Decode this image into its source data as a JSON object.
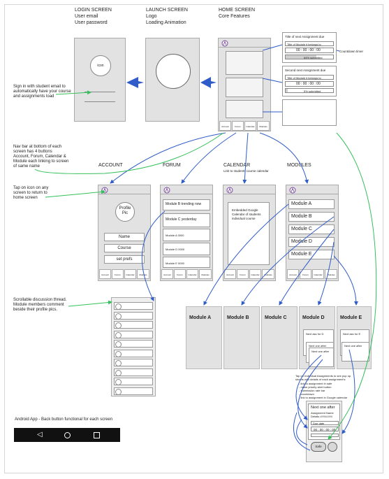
{
  "headers": {
    "login": {
      "title": "LOGIN SCREEN",
      "line1": "User email",
      "line2": "User password"
    },
    "launch": {
      "title": "LAUNCH SCREEN",
      "line1": "Logo",
      "line2": "Loading Animation"
    },
    "home": {
      "title": "HOME SCREEN",
      "line1": "Core Features"
    }
  },
  "login_icon": "icon",
  "notes": {
    "signin1": "Sign in with student email to",
    "signin2": "automatically have your course",
    "signin3": "and assignments load",
    "nav1": "Nav bar at bottom of each",
    "nav2": "screen has 4 buttons",
    "nav3": "Account, Forum, Calendar &",
    "nav4": "Module each linking to screen",
    "nav5": "of same name",
    "tap1": "Tap on icon on any",
    "tap2": "screen to return to",
    "tap3": "home screen",
    "scroll1": "Scrollable discussion thread.",
    "scroll2": "Module members comment",
    "scroll3": "beside their profile pics.",
    "android": "Android App - Back button functional for each screen",
    "popup1": "Tap on Individual Assignments to see pop up",
    "popup2": "sheets with details of each assignment's:",
    "popup3": "- link to assignment in safe",
    "popup4": "- make priority alert button",
    "popup5": "- submission rate bar",
    "popup6": "- countdown",
    "popup7": "- link to assignment in Google calendar"
  },
  "home": {
    "card1_title": "Title of next Assignment due",
    "card1_module": "Title of Module it belongs to",
    "card1_timer": "00 : 00 : 00 : 00",
    "card1_pct": "64% submitted",
    "card1_fill": 0.64,
    "countdown_label": "Countdown timer",
    "card2_title": "Second next Assignment due",
    "card2_module": "Title of Module it belongs to",
    "card2_timer": "00 : 00 : 00 : 00",
    "card2_pct": "5% submitted",
    "card2_fill": 0.05
  },
  "sections": {
    "account": "ACCOUNT",
    "forum": "FORUM",
    "calendar": "CALENDAR",
    "calendar_sub": "Link to students course calendar",
    "modules": "MODULES"
  },
  "account": {
    "profile1": "Profile",
    "profile2": "Pic",
    "name": "Name",
    "course": "Course",
    "prefs": "set prefs"
  },
  "forum": {
    "post1": "Module B trending now",
    "post2": "Module C yesterday",
    "post3": "Module A 0000",
    "post4": "Module D 0000",
    "post5": "Module E 0000"
  },
  "calendar": {
    "embed1": "Embedded Google",
    "embed2": "Calendar of students",
    "embed3": "individual course"
  },
  "modules_list": [
    "Module A",
    "Module B",
    "Module C",
    "Module D",
    "Module E"
  ],
  "module_cols": [
    "Module A",
    "Module B",
    "Module C",
    "Module D",
    "Module E"
  ],
  "module_d": {
    "next": "Next ass for D",
    "after1": "Next one after",
    "after2": "Next one after"
  },
  "module_e": {
    "next": "Next ass for E",
    "after1": "Next one after"
  },
  "popup": {
    "title": "Next one after",
    "assignment_name": "Assignment Name",
    "details": "Details ////////////////",
    "due": "Due date",
    "timer": "00 : 00 : 00 : 00",
    "button": "Safe"
  },
  "nav_labels": [
    "Account",
    "Forum",
    "Calendar",
    "Modules"
  ],
  "colors": {
    "arrow_blue": "#2f5cc8",
    "arrow_green": "#34c05a",
    "logo_purple": "#7a4aa0"
  }
}
